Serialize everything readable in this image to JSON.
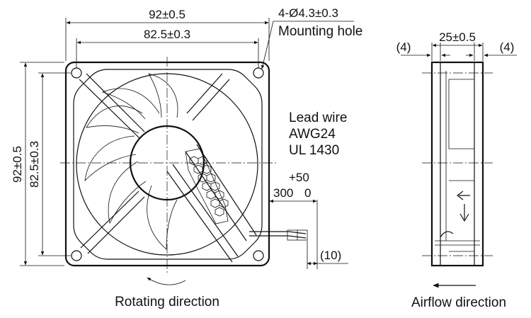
{
  "front_view": {
    "outer_width": "92±0.5",
    "hole_pitch_width": "82.5±0.3",
    "outer_height": "92±0.5",
    "hole_pitch_height": "82.5±0.3",
    "mounting_hole_spec": "4-Ø4.3±0.3",
    "mounting_hole_label": "Mounting hole",
    "lead_wire_title": "Lead wire",
    "lead_wire_gauge": "AWG24",
    "lead_wire_standard": "UL 1430",
    "lead_length_tolerance": "+50",
    "lead_length": "300",
    "lead_length_tolerance_lower": "0",
    "strip_length": "(10)",
    "rotating_direction_label": "Rotating direction"
  },
  "side_view": {
    "depth": "25±0.5",
    "flange_left": "(4)",
    "flange_right": "(4)",
    "airflow_direction_label": "Airflow direction"
  }
}
